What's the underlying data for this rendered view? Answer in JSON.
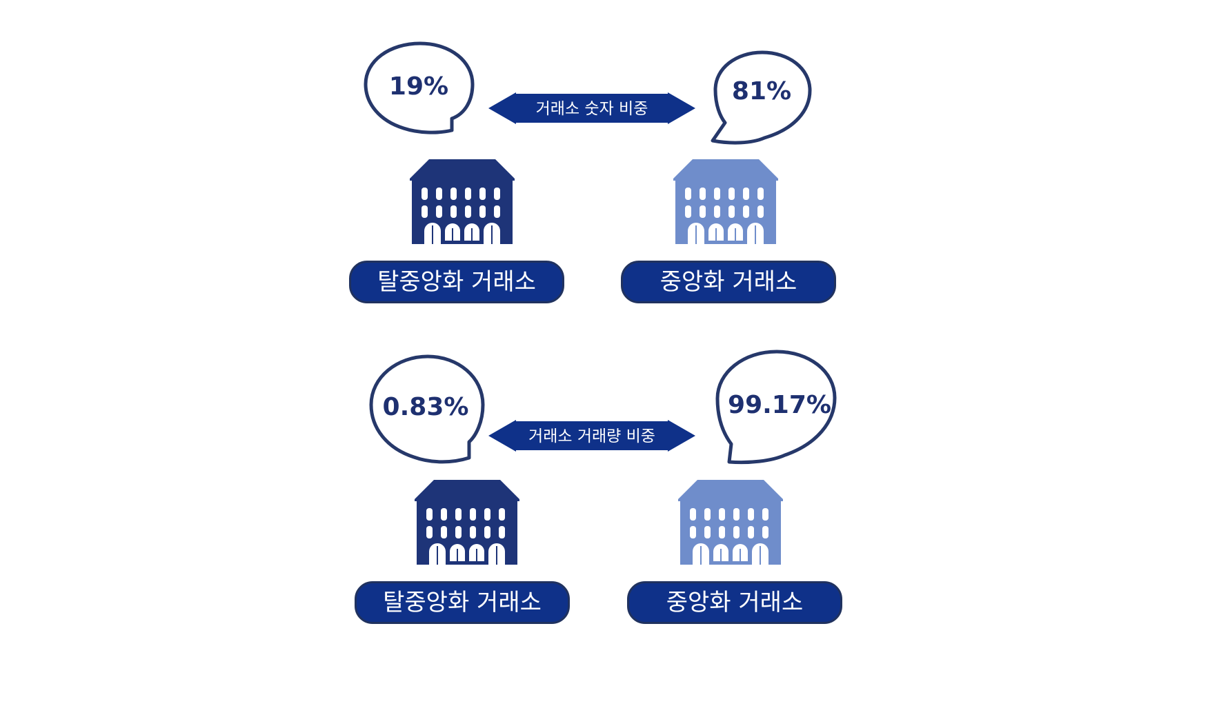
{
  "colors": {
    "dark_building": "#1e3478",
    "light_building": "#6f8dcb",
    "label_bg": "#0f3189",
    "bubble_stroke": "#26386a",
    "bubble_text": "#1e3070",
    "arrow_fill": "#0f3189"
  },
  "sections": [
    {
      "arrow_label": "거래소 숫자 비중",
      "left": {
        "value": "19%",
        "label": "탈중앙화 거래소"
      },
      "right": {
        "value": "81%",
        "label": "중앙화 거래소"
      }
    },
    {
      "arrow_label": "거래소 거래량 비중",
      "left": {
        "value": "0.83%",
        "label": "탈중앙화 거래소"
      },
      "right": {
        "value": "99.17%",
        "label": "중앙화 거래소"
      }
    }
  ],
  "icons": {
    "building": "building-icon",
    "bubble": "speech-bubble-icon",
    "arrow": "double-arrow-icon"
  }
}
